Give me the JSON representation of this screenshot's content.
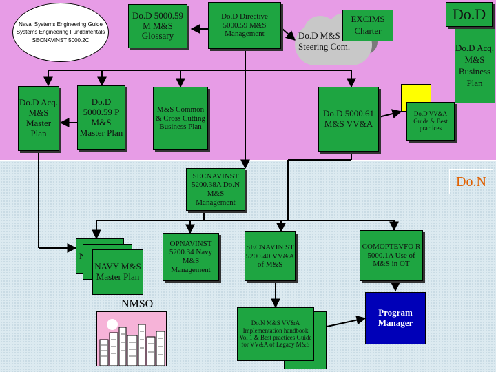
{
  "dod_label": "Do.D",
  "don_label": "Do.N",
  "nodes": {
    "naval_guide": "Naval Systems Engineering Guide Systems Engineering Fundamentals SECNAVINST 5000.2C",
    "glossary": "Do.D 5000.59 M M&S Glossary",
    "directive": "Do.D Directive 5000.59 M&S Management",
    "steering": "Do.D M&S Steering Com.",
    "excims": "EXCIMS Charter",
    "business_plan": "Do.D Acq. M&S Business Plan",
    "master_plan": "Do.D Acq. M&S Master Plan",
    "p_master_plan": "Do.D 5000.59 P M&S Master Plan",
    "common_plan": "M&S Common & Cross Cutting Business Plan",
    "vva": "Do.D 5000.61 M&S VV&A",
    "vva_guide": "Do.D VV&A Guide & Best practices",
    "secnavinst": "SECNAVINST 5200.38A Do.N M&S Management",
    "navy_stack_back": "N",
    "navy_master": "NAVY M&S Master Plan",
    "opnavinst": "OPNAVINST 5200.34 Navy M&S Management",
    "secnavin_vva": "SECNAVIN ST 5200.40 VV&A of M&S",
    "comoptevfor": "COMOPTEVFO R 5000.1A Use of M&S in OT",
    "handbook": "Do.N M&S VV&A Implementation handbook Vol 1 & Best practices Guide for VV&A of Legacy M&S",
    "program_manager": "Program Manager",
    "nmso": "NMSO"
  },
  "colors": {
    "dod_band": "#e79ce6",
    "don_band": "#dceaf0",
    "box_green": "#1ea541",
    "box_yellow": "#ffff00",
    "box_blue": "#0000b8",
    "don_label": "#e06000"
  }
}
